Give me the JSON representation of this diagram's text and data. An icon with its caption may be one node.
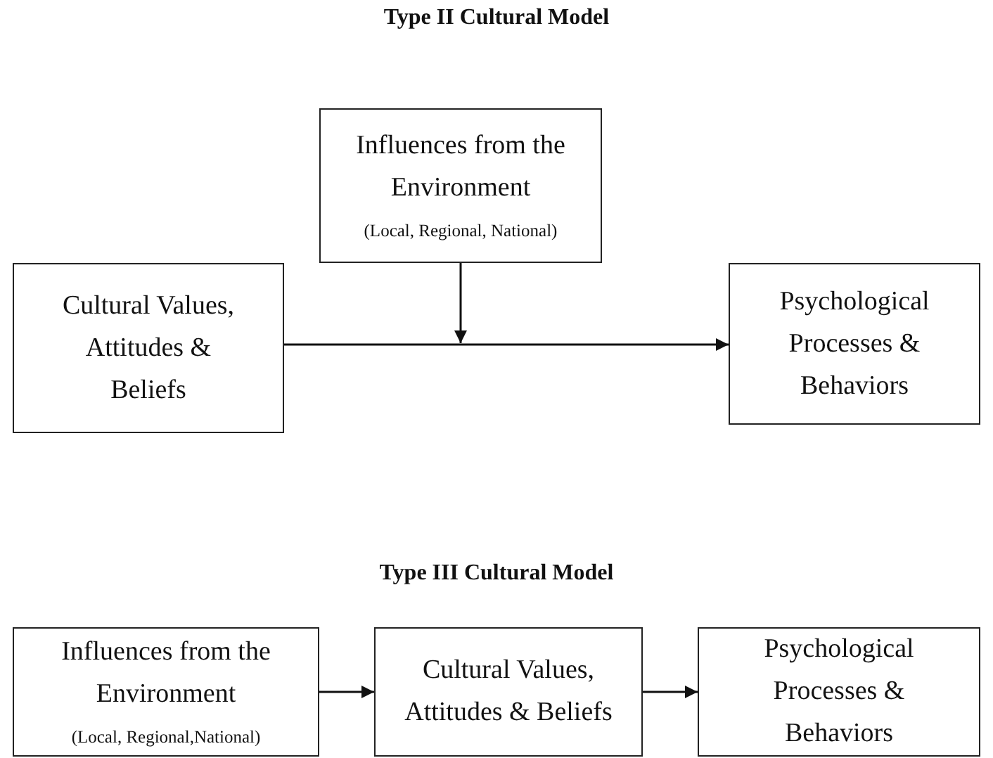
{
  "diagram": {
    "nodes": [
      {
        "text": [
          "Influences from the Environment",
          "(Local, Regional, National)"
        ]
      },
      {
        "text": [
          "Cultural Values, Attitudes & Beliefs"
        ]
      },
      {
        "text": [
          "Psychological Processes & Behaviors"
        ]
      },
      {
        "text": [
          "Influences from the Environment",
          "(Local, Regional,National)"
        ]
      },
      {
        "text": [
          "Cultural Values, Attitudes & Beliefs"
        ]
      },
      {
        "text": [
          "Psychological Processes & Behaviors"
        ]
      }
    ],
    "edges": [
      {
        "from": 1,
        "to": 2,
        "arrow": "to"
      },
      {
        "from": 0,
        "to": null,
        "arrow": "to"
      },
      {
        "from": 3,
        "to": 4,
        "arrow": "to"
      },
      {
        "from": 4,
        "to": 5,
        "arrow": "to"
      }
    ],
    "labels": [
      "Type II Cultural Model",
      "Type III Cultural Model"
    ]
  }
}
